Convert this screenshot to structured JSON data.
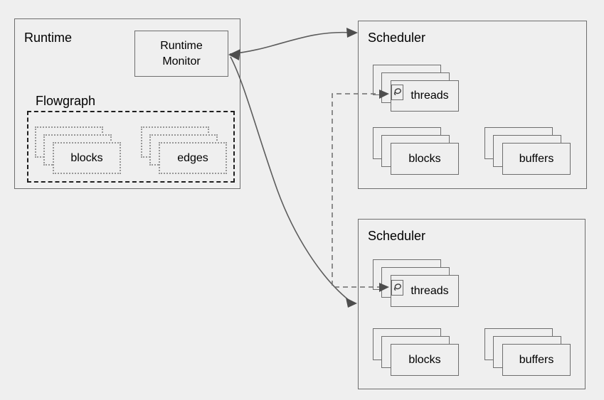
{
  "colors": {
    "background": "#efefef",
    "box_border": "#6e6e6e",
    "dotted_border": "#979797",
    "flowgraph_dash": "#1f1f1f",
    "arrow": "#5c5c5c",
    "text": "#000000"
  },
  "runtime": {
    "title": "Runtime",
    "monitor_line1": "Runtime",
    "monitor_line2": "Monitor",
    "flowgraph": {
      "title": "Flowgraph",
      "blocks_label": "blocks",
      "edges_label": "edges"
    }
  },
  "schedulers": [
    {
      "title": "Scheduler",
      "threads_label": "threads",
      "blocks_label": "blocks",
      "buffers_label": "buffers"
    },
    {
      "title": "Scheduler",
      "threads_label": "threads",
      "blocks_label": "blocks",
      "buffers_label": "buffers"
    }
  ],
  "icons": {
    "thread_icon": "thread-spool"
  },
  "connections": [
    {
      "style": "solid-curve",
      "from": "runtime-monitor",
      "to": "scheduler-1",
      "arrowheads": "both"
    },
    {
      "style": "solid-curve",
      "from": "runtime-monitor",
      "to": "scheduler-2",
      "arrowheads": "both"
    },
    {
      "style": "dashed",
      "from": "junction",
      "to": "scheduler-1-threads",
      "arrowheads": "end"
    },
    {
      "style": "dashed",
      "from": "junction",
      "to": "scheduler-2-threads",
      "arrowheads": "end"
    }
  ]
}
